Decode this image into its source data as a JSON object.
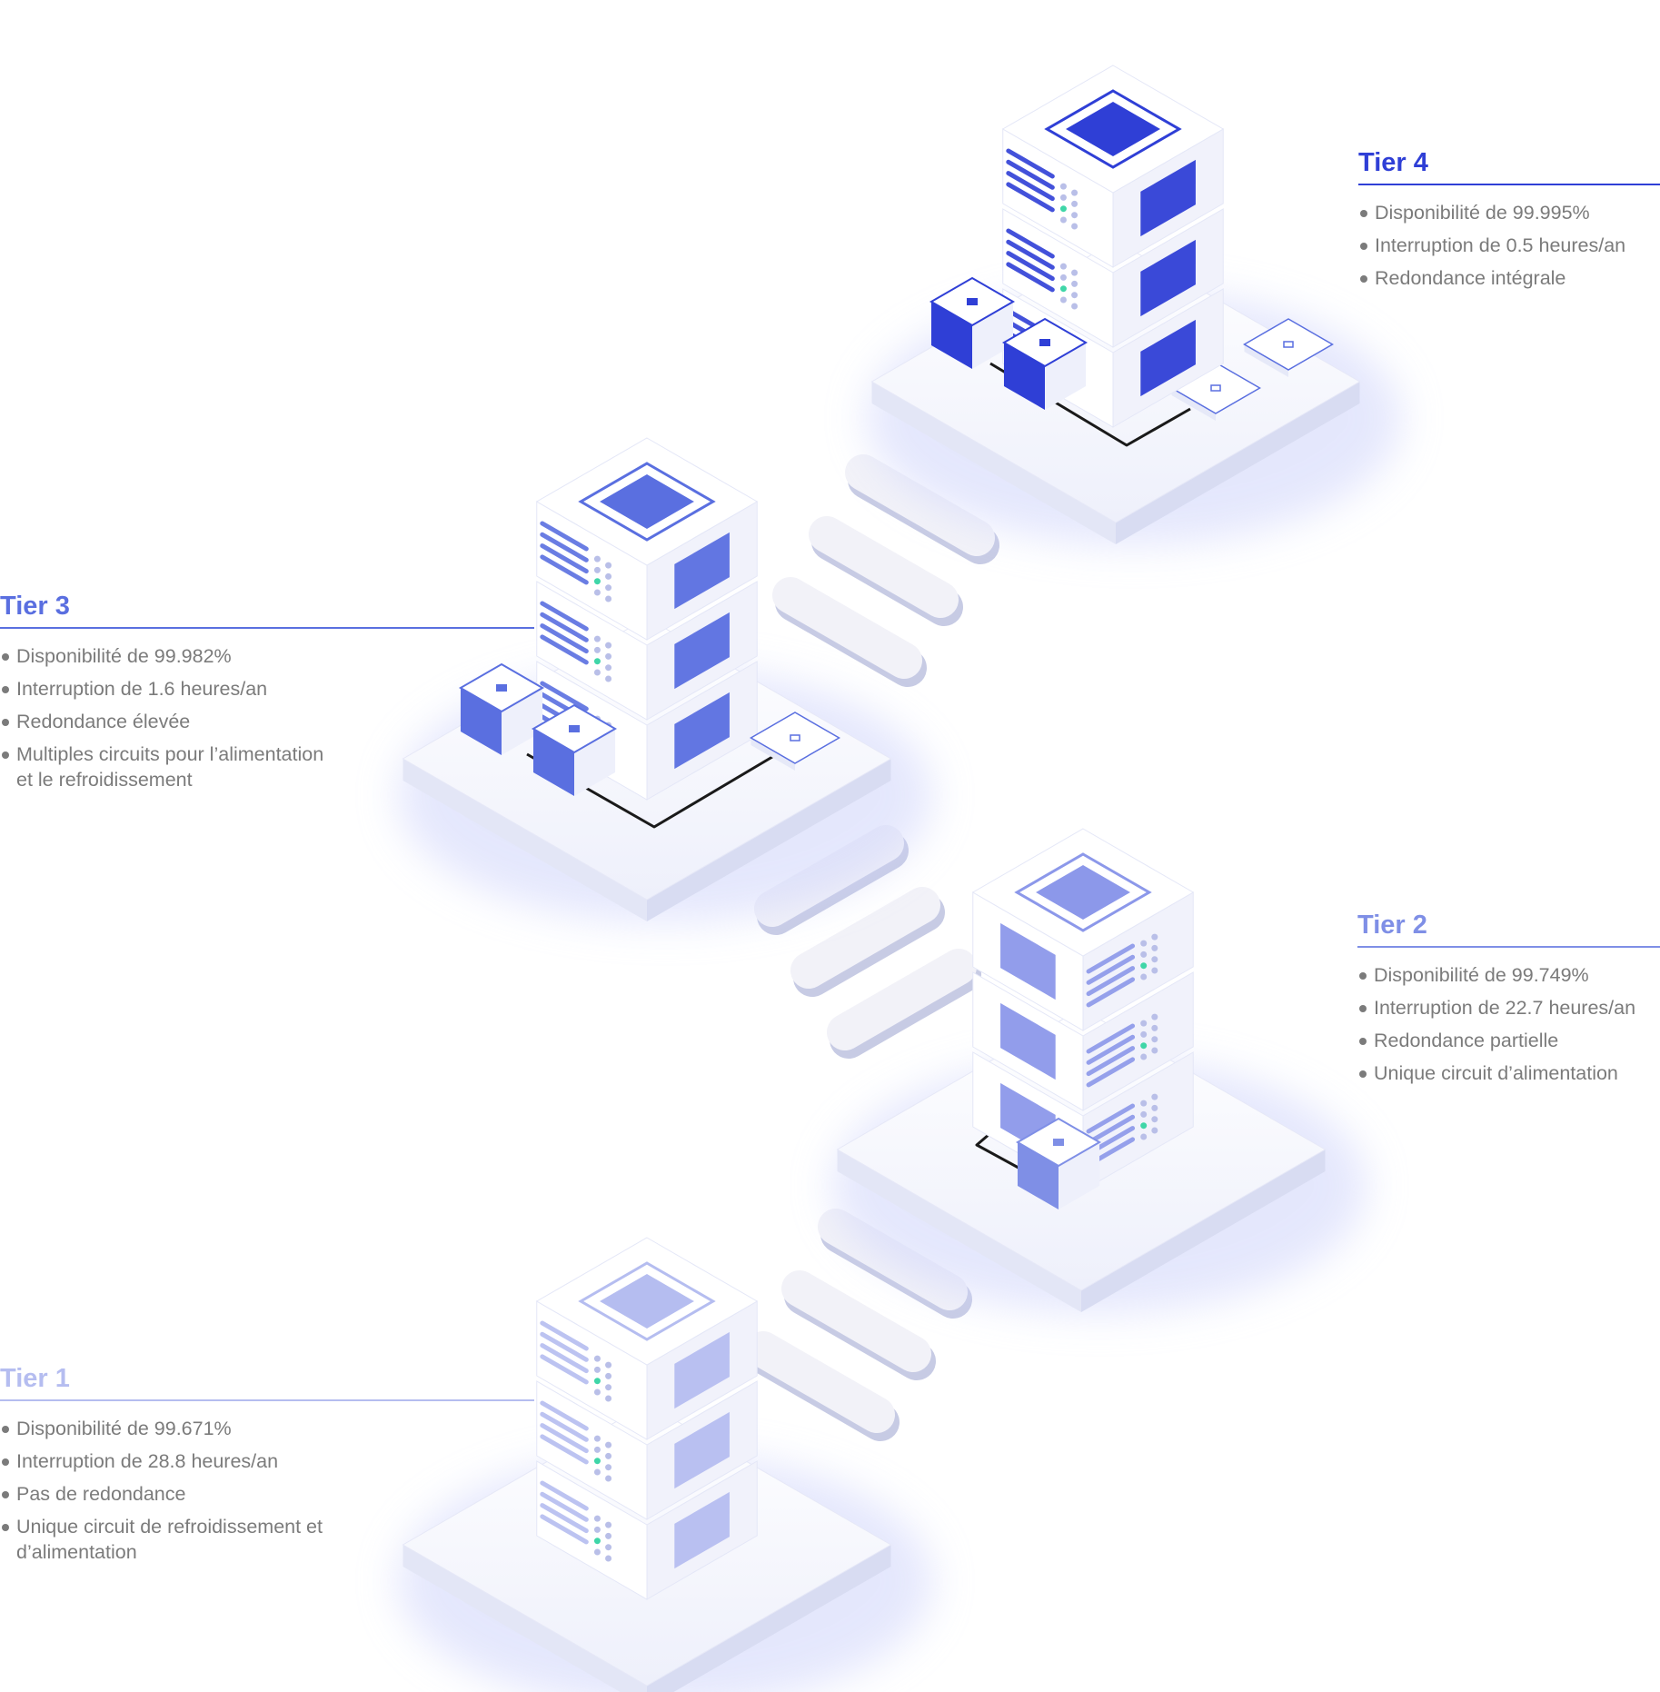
{
  "colors": {
    "tier4": "#2f3fd6",
    "tier3": "#5a6fe0",
    "tier2": "#7f8fe6",
    "tier1": "#b5bdf0",
    "bullet_text": "#7b7b7b"
  },
  "tiers": [
    {
      "id": "tier4",
      "title": "Tier 4",
      "items": [
        "Disponibilité de 99.995%",
        "Interruption de 0.5 heures/an",
        "Redondance intégrale"
      ]
    },
    {
      "id": "tier3",
      "title": "Tier 3",
      "items": [
        "Disponibilité de 99.982%",
        "Interruption de 1.6 heures/an",
        "Redondance élevée",
        "Multiples circuits pour l’alimentation et le refroidissement"
      ]
    },
    {
      "id": "tier2",
      "title": "Tier 2",
      "items": [
        "Disponibilité de 99.749%",
        "Interruption de 22.7 heures/an",
        "Redondance partielle",
        "Unique circuit d’alimentation"
      ]
    },
    {
      "id": "tier1",
      "title": "Tier 1",
      "items": [
        "Disponibilité de 99.671%",
        "Interruption de 28.8 heures/an",
        "Pas de redondance",
        "Unique circuit de refroidissement et d’alimentation"
      ]
    }
  ]
}
